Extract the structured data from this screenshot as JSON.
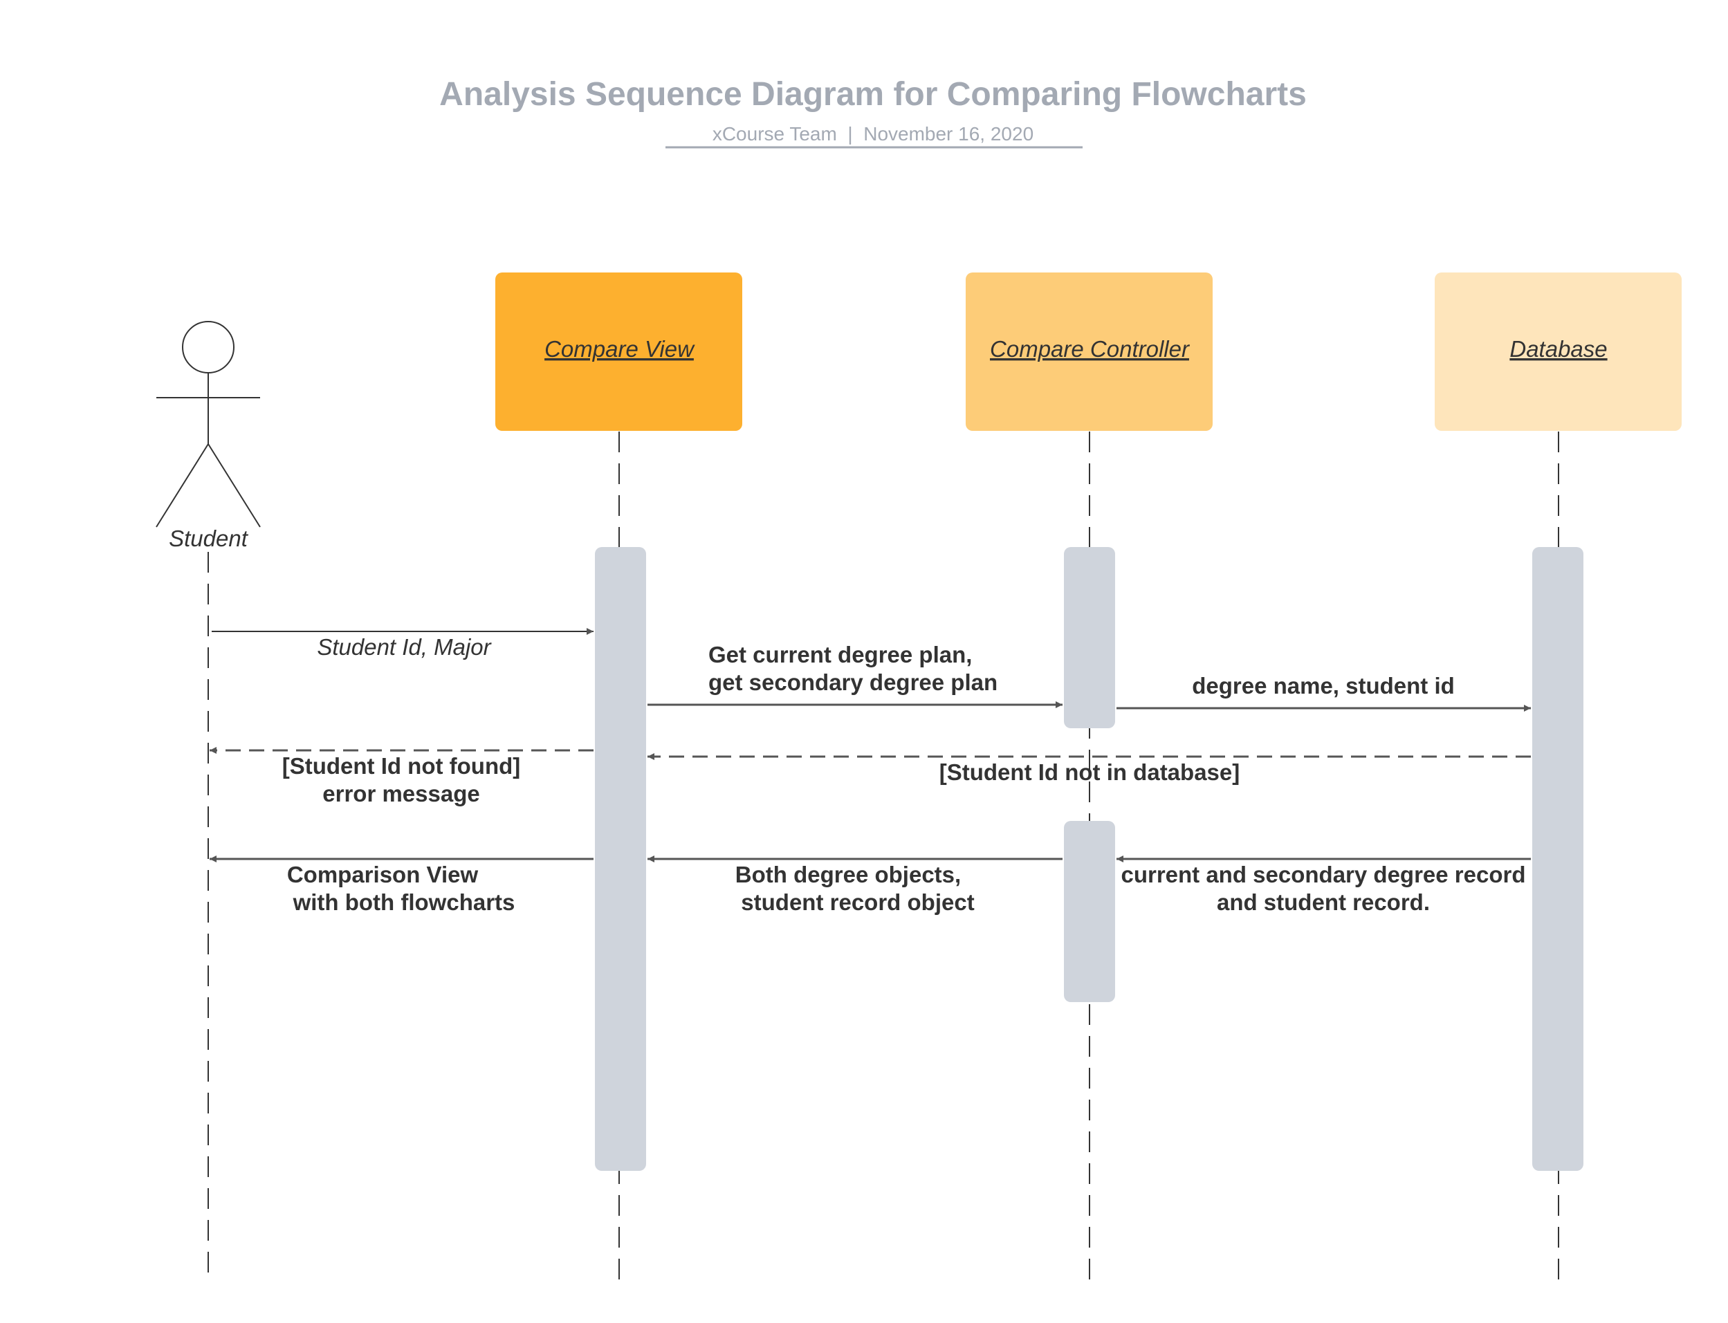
{
  "header": {
    "title": "Analysis Sequence Diagram for Comparing Flowcharts",
    "subtitle": "xCourse Team  |  November 16, 2020"
  },
  "colors": {
    "title": "#a3a9b3",
    "compare_view": "#fdb02f",
    "compare_controller": "#fdcc78",
    "database": "#fee5bb",
    "activation": "#cfd4dc",
    "line": "#555555",
    "text": "#333333"
  },
  "actor": {
    "name": "Student",
    "icon": "stick-figure-icon"
  },
  "participants": [
    {
      "name": "Compare View"
    },
    {
      "name": "Compare Controller"
    },
    {
      "name": "Database"
    }
  ],
  "messages": [
    {
      "from": "Student",
      "to": "Compare View",
      "style": "solid",
      "lines": [
        "Student Id, Major"
      ]
    },
    {
      "from": "Compare View",
      "to": "Compare Controller",
      "style": "solid",
      "lines": [
        "Get current degree plan,",
        "get secondary degree plan"
      ]
    },
    {
      "from": "Compare Controller",
      "to": "Database",
      "style": "solid",
      "lines": [
        "degree name, student id"
      ]
    },
    {
      "from": "Compare View",
      "to": "Student",
      "style": "dashed",
      "lines": [
        "[Student Id not found]",
        "error message"
      ]
    },
    {
      "from": "Database",
      "to": "Compare View",
      "style": "dashed",
      "lines": [
        "[Student Id not in database]"
      ]
    },
    {
      "from": "Database",
      "to": "Compare Controller",
      "style": "solid",
      "lines": [
        "current and secondary degree record",
        "and student record."
      ]
    },
    {
      "from": "Compare Controller",
      "to": "Compare View",
      "style": "solid",
      "lines": [
        "Both degree objects,",
        "student record object"
      ]
    },
    {
      "from": "Compare View",
      "to": "Student",
      "style": "solid",
      "lines": [
        "Comparison View",
        "with both flowcharts"
      ]
    }
  ]
}
